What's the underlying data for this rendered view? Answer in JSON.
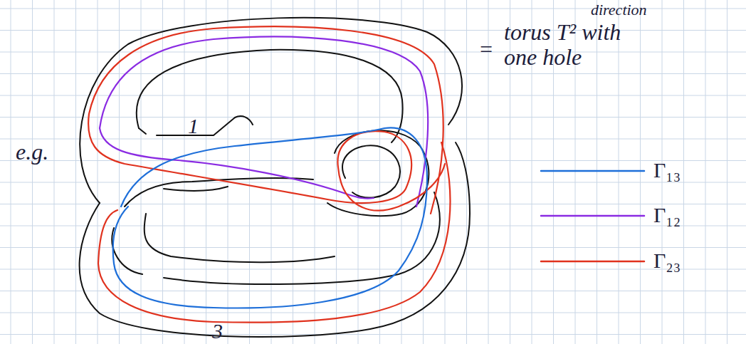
{
  "diagram": {
    "labels": [
      "direction",
      "e.g.",
      "1",
      "3",
      "=",
      "torus T² with one hole"
    ],
    "legend": [
      {
        "text": "Γ₁₃"
      },
      {
        "text": "Γ₁₂"
      },
      {
        "text": "Γ₂₃"
      }
    ]
  }
}
